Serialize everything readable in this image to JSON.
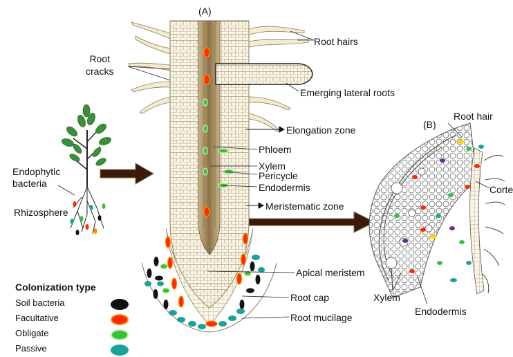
{
  "panels": {
    "a": "(A)",
    "b": "(B)"
  },
  "labels": {
    "root_hairs": "Root hairs",
    "root_cracks": "Root\ncracks",
    "emerging_lateral_roots": "Emerging lateral roots",
    "elongation_zone": "Elongation zone",
    "phloem": "Phloem",
    "xylem": "Xylem",
    "pericycle": "Pericycle",
    "endodermis": "Endodermis",
    "meristematic_zone": "Meristematic zone",
    "apical_meristem": "Apical meristem",
    "root_cap": "Root cap",
    "root_mucilage": "Root mucilage",
    "endophytic_bacteria": "Endophytic\nbacteria",
    "rhizosphere": "Rhizosphere",
    "b_root_hair": "Root hair",
    "b_cortex": "Cortex",
    "b_xylem": "Xylem",
    "b_endodermis": "Endodermis"
  },
  "legend": {
    "title": "Colonization type",
    "items": [
      {
        "label": "Soil bacteria",
        "fill": "#111111",
        "ring": "#111111"
      },
      {
        "label": "Facultative",
        "fill": "#ff2a00",
        "ring": "#ff8c00"
      },
      {
        "label": "Obligate",
        "fill": "#3bbf3b",
        "ring": "#b6f0a0"
      },
      {
        "label": "Passive",
        "fill": "#1aa39a",
        "ring": "#1aa39a"
      }
    ]
  },
  "colors": {
    "cell_line": "#8a7a55",
    "cell_fill": "#fbf6e6",
    "vascular": "#9a8055",
    "arrow": "#3a1a0a",
    "tree_green": "#3b8f3b"
  }
}
